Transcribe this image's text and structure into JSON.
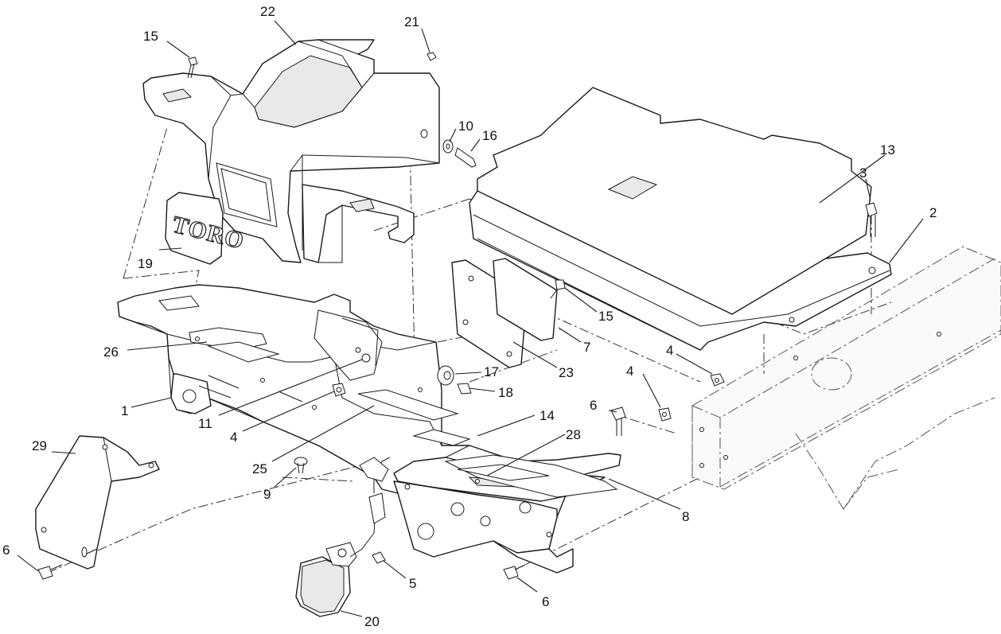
{
  "diagram": {
    "type": "exploded-parts-diagram",
    "colors": {
      "line": "#1a1a1a",
      "background": "#ffffff",
      "shade": "#e9e9e9"
    },
    "logo_text": "TORO",
    "callouts": {
      "c1": "1",
      "c2": "2",
      "c3": "3",
      "c4a": "4",
      "c4b": "4",
      "c4c": "4",
      "c5": "5",
      "c6a": "6",
      "c6b": "6",
      "c6c": "6",
      "c7": "7",
      "c8": "8",
      "c9": "9",
      "c10": "10",
      "c11": "11",
      "c13": "13",
      "c14": "14",
      "c15a": "15",
      "c15b": "15",
      "c16": "16",
      "c17": "17",
      "c18": "18",
      "c19": "19",
      "c20": "20",
      "c21": "21",
      "c22": "22",
      "c23": "23",
      "c25": "25",
      "c26": "26",
      "c28": "28",
      "c29": "29"
    }
  }
}
